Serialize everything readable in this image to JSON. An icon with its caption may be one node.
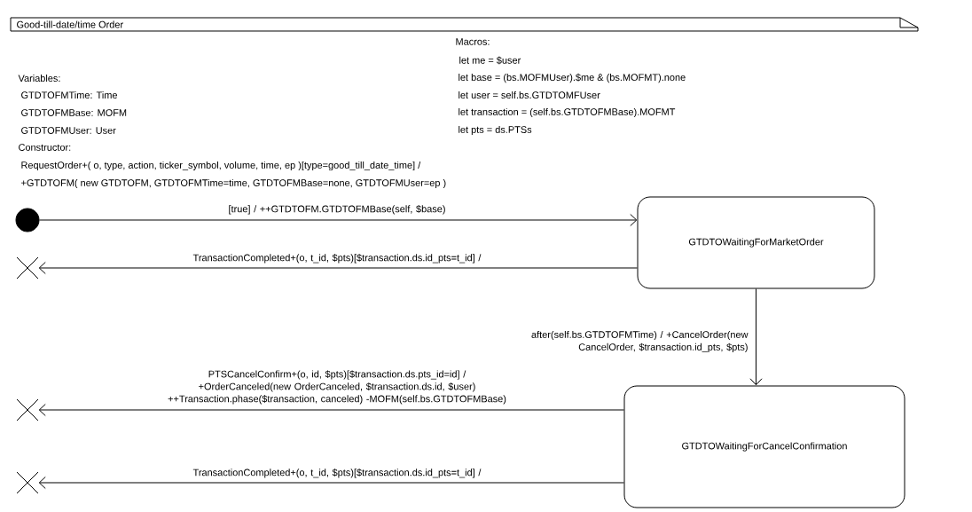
{
  "diagram": {
    "title": "Good-till-date/time Order",
    "nodes": [
      {
        "text": [],
        "shape": "circle"
      },
      {
        "text": [
          "GTDTOWaitingForMarketOrder"
        ]
      },
      {
        "text": [],
        "shape": "cross"
      },
      {
        "text": [
          "GTDTOWaitingForCancelConfirmation"
        ]
      },
      {
        "text": [],
        "shape": "cross"
      },
      {
        "text": [],
        "shape": "cross"
      }
    ],
    "edges": [
      {
        "from": 0,
        "to": 1,
        "arrow": "to",
        "label": "[true] / ++GTDTOFM.GTDTOFMBase(self, $base)"
      },
      {
        "from": 1,
        "to": 2,
        "arrow": "to",
        "label": "TransactionCompleted+(o, t_id, $pts)[$transaction.ds.id_pts=t_id] /"
      },
      {
        "from": 1,
        "to": 3,
        "arrow": "to",
        "label": "after(self.bs.GTDTOFMTime) / +CancelOrder(new CancelOrder, $transaction.id_pts, $pts)"
      },
      {
        "from": 3,
        "to": 4,
        "arrow": "to",
        "label": "PTSCancelConfirm+(o, id, $pts)[$transaction.ds.pts_id=id] / +OrderCanceled(new OrderCanceled, $transaction.ds.id, $user) ++Transaction.phase($transaction, canceled) -MOFM(self.bs.GTDTOFMBase)"
      },
      {
        "from": 3,
        "to": 5,
        "arrow": "to",
        "label": "TransactionCompleted+(o, t_id, $pts)[$transaction.ds.id_pts=t_id] /"
      }
    ],
    "labels": [
      "Macros:",
      "let me = $user",
      "let base = (bs.MOFMUser).$me & (bs.MOFMT).none",
      "let user = self.bs.GTDTOMFUser",
      "let transaction = (self.bs.GTDTOFMBase).MOFMT",
      "let pts = ds.PTSs",
      "Variables:",
      "GTDTOFMTime: Time",
      "GTDTOFMBase: MOFM",
      "GTDTOFMUser: User",
      "Constructor:",
      "RequestOrder+( o, type, action, ticker_symbol, volume, time, ep )[type=good_till_date_time]  /",
      "+GTDTOFM( new GTDTOFM, GTDTOFMTime=time, GTDTOFMBase=none, GTDTOFMUser=ep )"
    ]
  }
}
